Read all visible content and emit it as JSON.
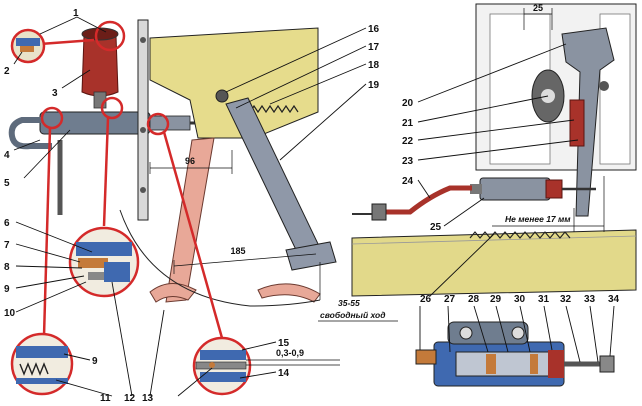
{
  "callouts": {
    "n1": "1",
    "n2": "2",
    "n3": "3",
    "n4": "4",
    "n5": "5",
    "n6": "6",
    "n7": "7",
    "n8": "8",
    "n9": "9",
    "n10": "10",
    "n9b": "9",
    "n11": "11",
    "n12": "12",
    "n13": "13",
    "n14": "14",
    "n15": "15",
    "n16": "16",
    "n17": "17",
    "n18": "18",
    "n19": "19",
    "n20": "20",
    "n21": "21",
    "n22": "22",
    "n23": "23",
    "n24": "24",
    "n25": "25",
    "n26": "26",
    "n27": "27",
    "n28": "28",
    "n29": "29",
    "n30": "30",
    "n31": "31",
    "n32": "32",
    "n33": "33",
    "n34": "34"
  },
  "dimensions": {
    "d96": "96",
    "d185": "185",
    "d25": "25",
    "min17": "Не менее 17 мм",
    "gap": "0,3-0,9",
    "travel": "35-55",
    "freeplay": "свободный ход"
  },
  "colors": {
    "reservoir": "#a8322a",
    "bracket": "#e6dc8c",
    "pedal": "#8f98a8",
    "pedal_ghost": "#e8a898",
    "rail": "#e2d98a",
    "highlight": "#d42a2a",
    "detail_blue": "#3f69b0"
  }
}
